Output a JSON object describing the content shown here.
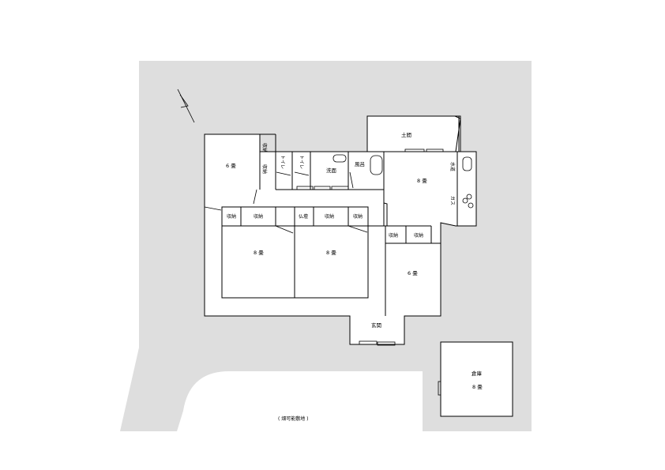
{
  "plan": {
    "colors": {
      "site": "#dedede",
      "building": "#ffffff",
      "stroke": "#000000"
    },
    "rooms": {
      "doma": "土間",
      "room_6jo_left": "6 畳",
      "shuno_1": "収納",
      "shuno_2": "収納",
      "toilet_1": "トイレ",
      "toilet_2": "トイレ",
      "senmen": "洗面",
      "furo": "風呂",
      "kitchen_8jo": "8 畳",
      "suido": "水道",
      "gas": "ガス",
      "shuno_3": "収納",
      "shuno_4": "収納",
      "butsudan": "仏壇",
      "shuno_5": "収納",
      "shuno_6": "収納",
      "room_8jo_a": "8 畳",
      "room_8jo_b": "8 畳",
      "shuno_7": "収納",
      "shuno_8": "収納",
      "room_6jo_right": "6 畳",
      "genkan": "玄関",
      "soko": "倉庫",
      "soko_size": "8 畳"
    },
    "site_note": "( 畑可能敷地 )",
    "icons": [
      "north-arrow-icon",
      "bathtub-icon",
      "washbasin-icon",
      "stove-burner-icon",
      "sink-icon"
    ]
  }
}
